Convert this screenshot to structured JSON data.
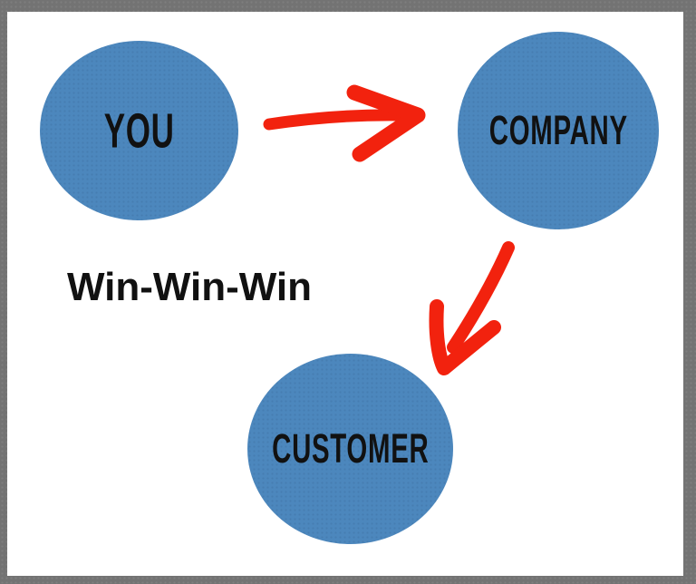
{
  "colors": {
    "frame-color": "#737373",
    "canvas-color": "#ffffff",
    "node-color": "#4c87bd",
    "arrow-color": "#f2220e",
    "text-color": "#111111"
  },
  "diagram": {
    "title": "Win-Win-Win",
    "nodes": [
      {
        "id": "you",
        "label": "YOU"
      },
      {
        "id": "company",
        "label": "COMPANY"
      },
      {
        "id": "customer",
        "label": "CUSTOMER"
      }
    ],
    "relations": [
      {
        "from": "YOU",
        "to": "COMPANY",
        "direction": "right"
      },
      {
        "from": "COMPANY",
        "to": "CUSTOMER",
        "direction": "down-left"
      }
    ]
  }
}
